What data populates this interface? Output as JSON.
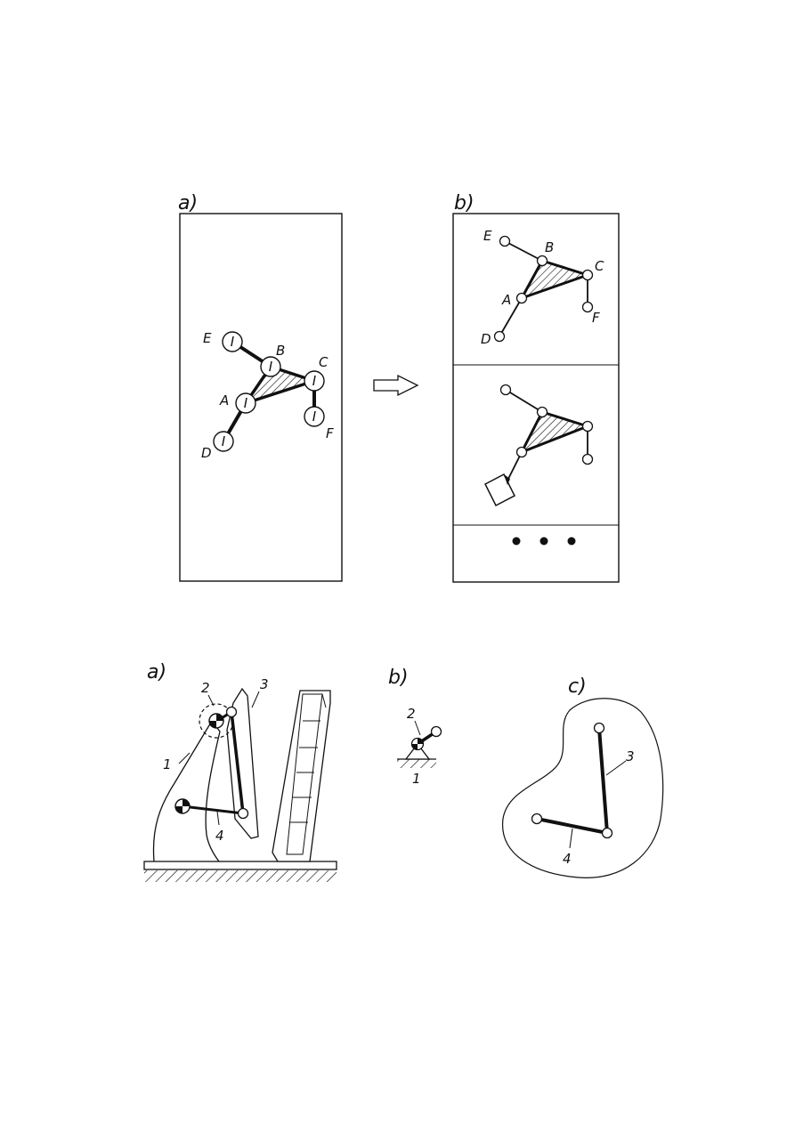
{
  "figure1": {
    "panel_a": {
      "label": "a)",
      "node_symbol": "I",
      "nodes": {
        "E": "E",
        "B": "B",
        "C": "C",
        "A": "A",
        "D": "D",
        "F": "F"
      }
    },
    "panel_b": {
      "label": "b)",
      "nodes": {
        "E": "E",
        "B": "B",
        "C": "C",
        "A": "A",
        "D": "D",
        "F": "F"
      },
      "icons": {
        "transform_arrow": "right-arrow-icon",
        "more": "ellipsis-dots-icon"
      }
    }
  },
  "figure2": {
    "panel_a": {
      "label": "a)",
      "callouts": {
        "frame": "1",
        "crank": "2",
        "coupler": "3",
        "rocker": "4"
      }
    },
    "panel_b": {
      "label": "b)",
      "callouts": {
        "crank": "2",
        "ground": "1"
      }
    },
    "panel_c": {
      "label": "c)",
      "callouts": {
        "coupler": "3",
        "rocker": "4"
      }
    }
  }
}
